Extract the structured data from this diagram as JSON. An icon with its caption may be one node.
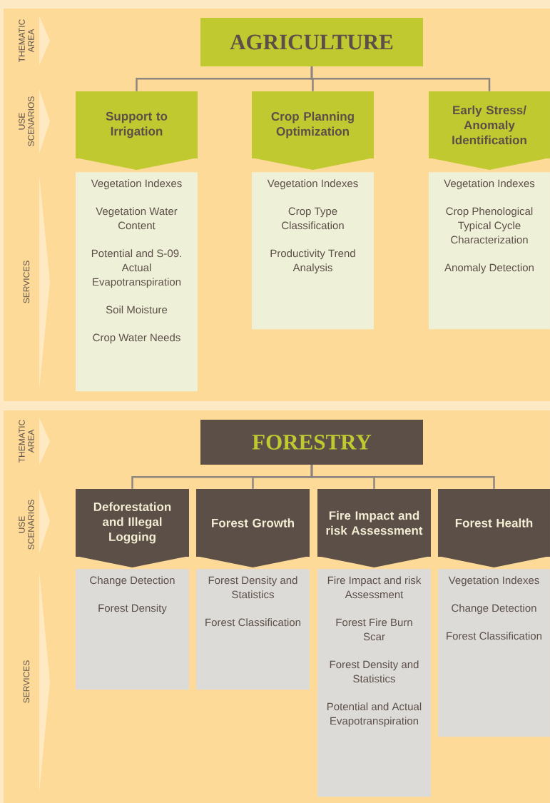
{
  "diagram": {
    "nodes": [
      {
        "text": [
          "AGRICULTURE"
        ]
      },
      {
        "text": [
          "Support to Irrigation"
        ]
      },
      {
        "text": [
          "Vegetation Indexes",
          "Vegetation Water Content",
          "Potential and S-09. Actual Evapotranspiration",
          "Soil Moisture",
          "Crop Water Needs"
        ]
      },
      {
        "text": [
          "Crop Planning Optimization"
        ]
      },
      {
        "text": [
          "Vegetation Indexes",
          "Crop Type Classification",
          "Productivity Trend Analysis"
        ]
      },
      {
        "text": [
          "Early Stress/ Anomaly Identification"
        ]
      },
      {
        "text": [
          "Vegetation Indexes",
          "Crop Phenological Typical Cycle Characterization",
          "Anomaly Detection"
        ]
      },
      {
        "text": [
          "FORESTRY"
        ]
      },
      {
        "text": [
          "Deforestation and Illegal Logging"
        ]
      },
      {
        "text": [
          "Change Detection",
          "Forest Density"
        ]
      },
      {
        "text": [
          "Forest Growth"
        ]
      },
      {
        "text": [
          "Forest Density and Statistics",
          "Forest Classification"
        ]
      },
      {
        "text": [
          "Fire Impact and risk Assessment"
        ]
      },
      {
        "text": [
          "Fire Impact and risk Assessment",
          "Forest Fire Burn Scar",
          "Forest Density and Statistics",
          "Potential and Actual Evapotranspiration"
        ]
      },
      {
        "text": [
          "Forest Health"
        ]
      },
      {
        "text": [
          "Vegetation Indexes",
          "Change Detection",
          "Forest Classification"
        ]
      }
    ],
    "edges": [
      {
        "from": 0,
        "to": 1,
        "arrow": "none"
      },
      {
        "from": 0,
        "to": 3,
        "arrow": "none"
      },
      {
        "from": 0,
        "to": 5,
        "arrow": "none"
      },
      {
        "from": 7,
        "to": 8,
        "arrow": "none"
      },
      {
        "from": 7,
        "to": 10,
        "arrow": "none"
      },
      {
        "from": 7,
        "to": 12,
        "arrow": "none"
      },
      {
        "from": 7,
        "to": 14,
        "arrow": "none"
      }
    ],
    "labels": [
      "THEMATIC AREA",
      "USE SCENARIOS",
      "SERVICES",
      "THEMATIC AREA",
      "USE SCENARIOS",
      "SERVICES"
    ]
  }
}
